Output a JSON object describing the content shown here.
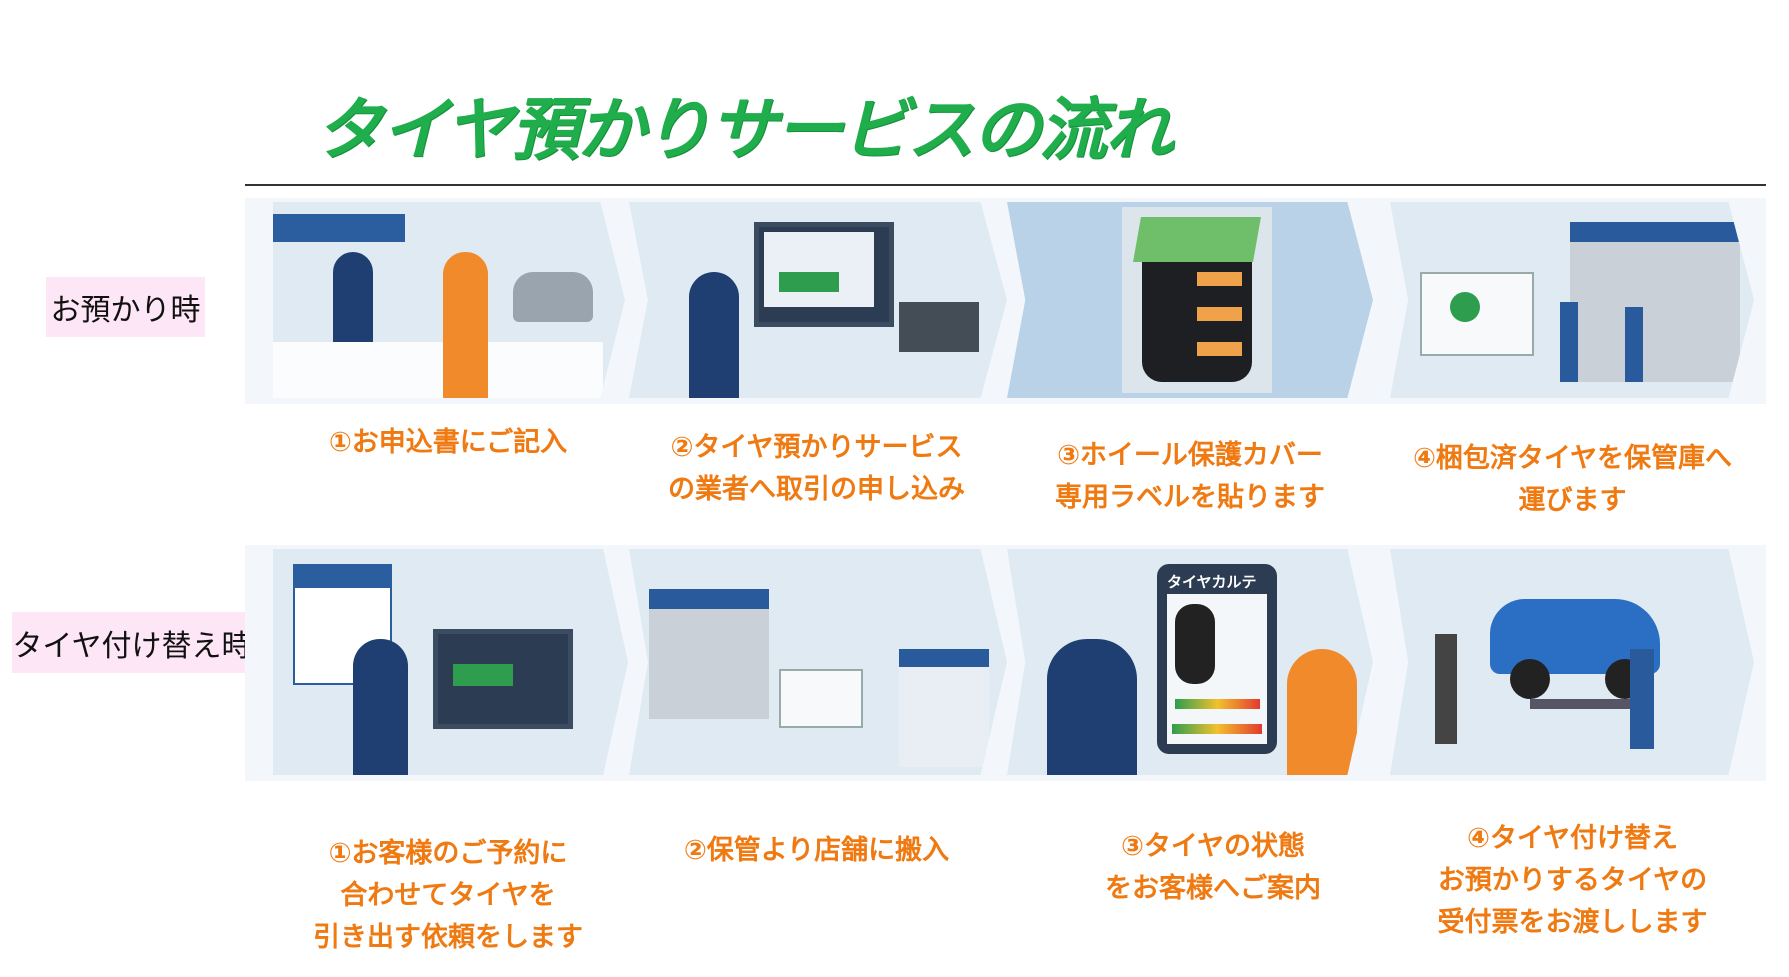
{
  "title": "タイヤ預かりサービスの流れ",
  "rows": [
    {
      "label": "お預かり時",
      "steps": [
        {
          "caption": [
            "①お申込書にご記入"
          ]
        },
        {
          "caption": [
            "②タイヤ預かりサービス",
            "の業者へ取引の申し込み"
          ]
        },
        {
          "caption": [
            "③ホイール保護カバー",
            "専用ラベルを貼ります"
          ]
        },
        {
          "caption": [
            "④梱包済タイヤを保管庫へ",
            "運びます"
          ]
        }
      ]
    },
    {
      "label": "タイヤ付け替え時",
      "steps": [
        {
          "caption": [
            "①お客様のご予約に",
            "合わせてタイヤを",
            "引き出す依頼をします"
          ]
        },
        {
          "caption": [
            "②保管より店舗に搬入"
          ]
        },
        {
          "caption": [
            "③タイヤの状態",
            "をお客様へご案内"
          ]
        },
        {
          "caption": [
            "④タイヤ付け替え",
            "お預かりするタイヤの",
            "受付票をお渡しします"
          ]
        }
      ]
    }
  ],
  "illustration_text": {
    "karte": "タイヤカルテ"
  },
  "colors": {
    "title": "#1fae4b",
    "caption": "#f07a12",
    "label_bg": "#fde6f6",
    "panel_bg": "#dfeaf3"
  }
}
